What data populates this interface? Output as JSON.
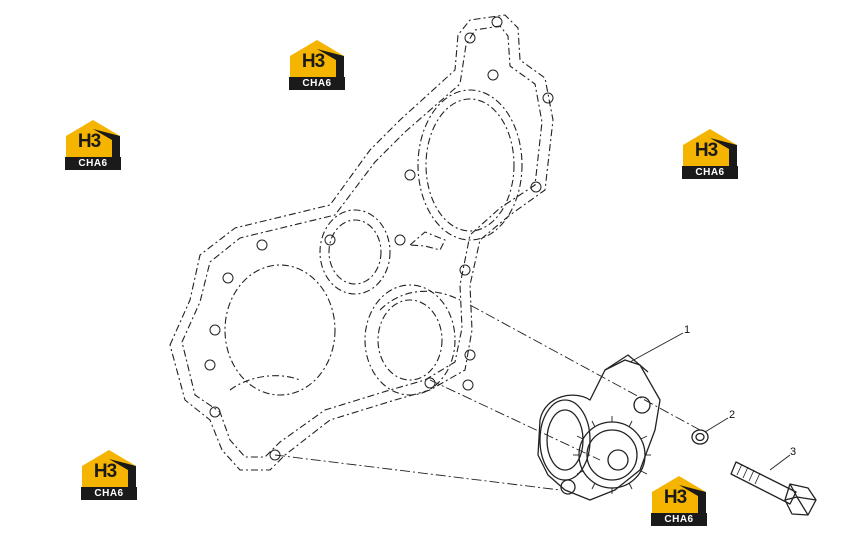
{
  "diagram": {
    "callouts": [
      {
        "id": "1",
        "label": "1"
      },
      {
        "id": "2",
        "label": "2"
      },
      {
        "id": "3",
        "label": "3"
      }
    ]
  },
  "watermark": {
    "letters": "H3",
    "word": "CHA6",
    "colors": {
      "yellow": "#f5b400",
      "dark": "#1a1a1a"
    }
  }
}
